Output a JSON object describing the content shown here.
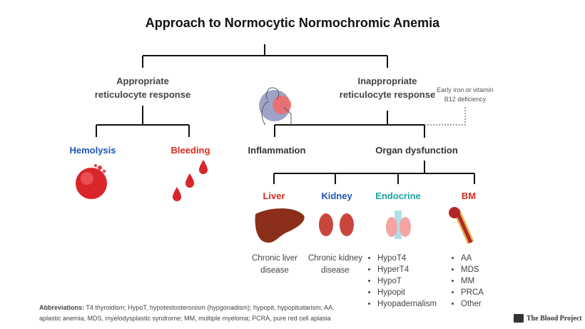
{
  "title": "Approach to Normocytic Normochromic Anemia",
  "branches": {
    "appropriate": "Appropriate\nreticulocyte response",
    "inappropriate": "Inappropriate\nreticulocyte response",
    "early_note": "Early iron or vitamin\nB12 deficiency"
  },
  "causes": {
    "hemolysis": "Hemolysis",
    "bleeding": "Bleeding",
    "inflammation": "Inflammation",
    "organ": "Organ dysfunction"
  },
  "organs": {
    "liver": "Liver",
    "kidney": "Kidney",
    "endocrine": "Endocrine",
    "bm": "BM",
    "liver_desc": "Chronic liver\ndisease",
    "kidney_desc": "Chronic kidney\ndisease"
  },
  "endocrine_items": [
    "HypoT4",
    "HyperT4",
    "HypoT",
    "Hypopit",
    "Hyopadernalism"
  ],
  "bm_items": [
    "AA",
    "MDS",
    "MM",
    "PRCA",
    "Other"
  ],
  "abbreviations": {
    "label": "Abbreviations:",
    "text": " T4 thyroidism; HypoT, hypotestosteronism (hypgonadism); hypopit, hypopituitarism; AA,\naplastic anemia, MDS, myelodysplastic syndrome; MM, multiple myeloma; PCRA, pure red cell aplasia"
  },
  "logo": "The Blood Project",
  "colors": {
    "red": "#d62b1f",
    "blue": "#1b56b5",
    "teal": "#1aa3a3"
  }
}
